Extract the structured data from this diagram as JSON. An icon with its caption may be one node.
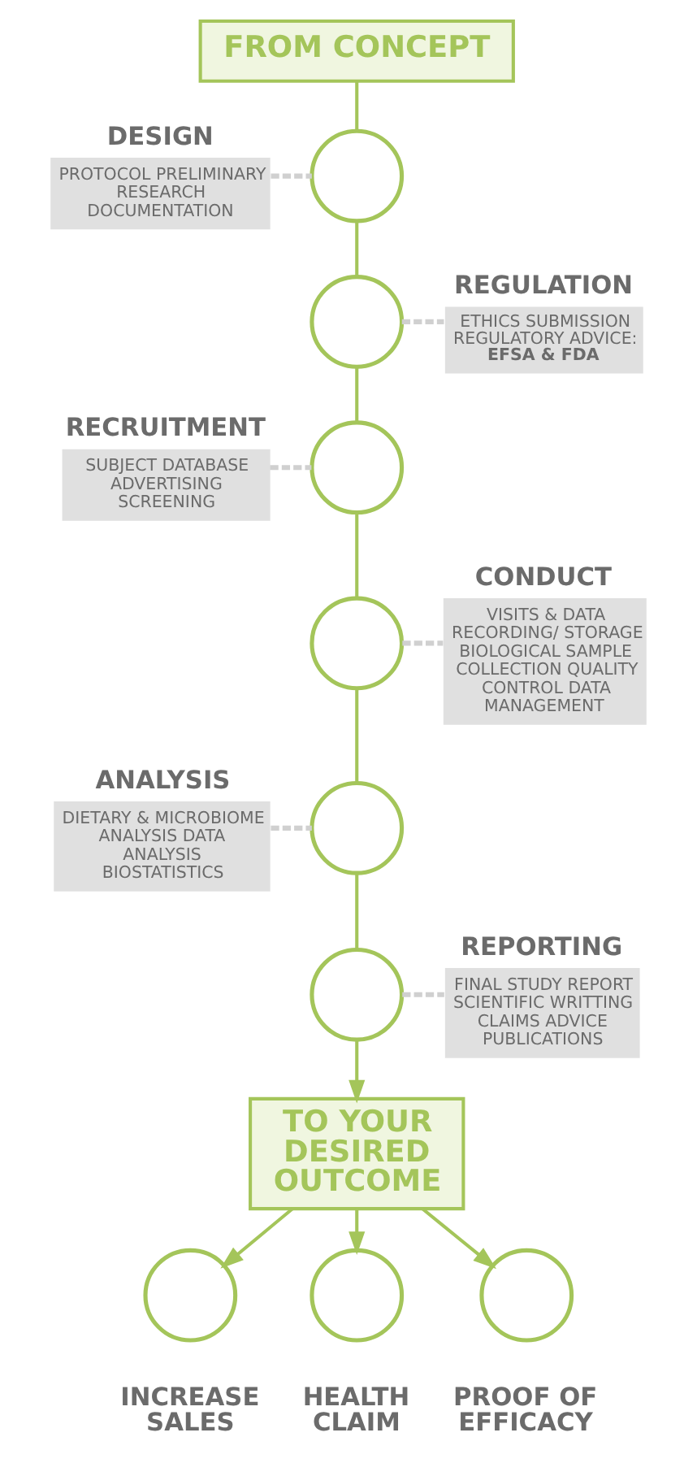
{
  "diagram": {
    "nodes": [
      {
        "text": [
          "FROM CONCEPT"
        ]
      },
      {
        "text": [
          "DESIGN",
          "PROTOCOL PRELIMINARY RESEARCH DOCUMENTATION"
        ]
      },
      {
        "text": [],
        "shape": "circle"
      },
      {
        "text": [],
        "shape": "circle"
      },
      {
        "text": [
          "REGULATION",
          "ETHICS SUBMISSION REGULATORY ADVICE: **EFSA & FDA**"
        ]
      },
      {
        "text": [
          "RECRUITMENT",
          "SUBJECT DATABASE ADVERTISING SCREENING"
        ]
      },
      {
        "text": [],
        "shape": "circle"
      },
      {
        "text": [],
        "shape": "circle"
      },
      {
        "text": [
          "CONDUCT",
          "VISITS & DATA RECORDING/ STORAGE BIOLOGICAL SAMPLE COLLECTION QUALITY CONTROL DATA MANAGEMENT"
        ]
      },
      {
        "text": [
          "ANALYSIS",
          "DIETARY & MICROBIOME ANALYSIS DATA ANALYSIS BIOSTATISTICS"
        ]
      },
      {
        "text": [],
        "shape": "circle"
      },
      {
        "text": [],
        "shape": "circle"
      },
      {
        "text": [
          "REPORTING",
          "FINAL STUDY REPORT SCIENTIFIC WRITTING CLAIMS ADVICE PUBLICATIONS"
        ]
      },
      {
        "text": [
          "TO YOUR DESIRED OUTCOME"
        ]
      },
      {
        "text": [],
        "shape": "circle",
        "beside": [
          "INCREASE SALES"
        ]
      },
      {
        "text": [],
        "shape": "circle",
        "beside": [
          "HEALTH CLAIM"
        ]
      },
      {
        "text": [],
        "shape": "circle",
        "beside": [
          "PROOF OF EFFICACY"
        ]
      }
    ],
    "edges": [
      {
        "from": 0,
        "to": 2,
        "arrow": "none"
      },
      {
        "from": 1,
        "to": 2,
        "arrow": "none",
        "style": "dashed",
        "color": "#d0d0d0"
      },
      {
        "from": 2,
        "to": 3,
        "arrow": "none"
      },
      {
        "from": 3,
        "to": 4,
        "arrow": "none",
        "style": "dashed",
        "color": "#d0d0d0"
      },
      {
        "from": 3,
        "to": 6,
        "arrow": "none"
      },
      {
        "from": 5,
        "to": 6,
        "arrow": "none",
        "style": "dashed",
        "color": "#d0d0d0"
      },
      {
        "from": 6,
        "to": 7,
        "arrow": "none"
      },
      {
        "from": 7,
        "to": 8,
        "arrow": "none",
        "style": "dashed",
        "color": "#d0d0d0"
      },
      {
        "from": 7,
        "to": 10,
        "arrow": "none"
      },
      {
        "from": 9,
        "to": 10,
        "arrow": "none",
        "style": "dashed",
        "color": "#d0d0d0"
      },
      {
        "from": 10,
        "to": 11,
        "arrow": "none"
      },
      {
        "from": 11,
        "to": 12,
        "arrow": "none",
        "style": "dashed",
        "color": "#d0d0d0"
      },
      {
        "from": 11,
        "to": 13,
        "arrow": "to"
      },
      {
        "from": 13,
        "to": 14,
        "arrow": "to"
      },
      {
        "from": 13,
        "to": 15,
        "arrow": "to"
      },
      {
        "from": 13,
        "to": 16,
        "arrow": "to"
      }
    ]
  }
}
